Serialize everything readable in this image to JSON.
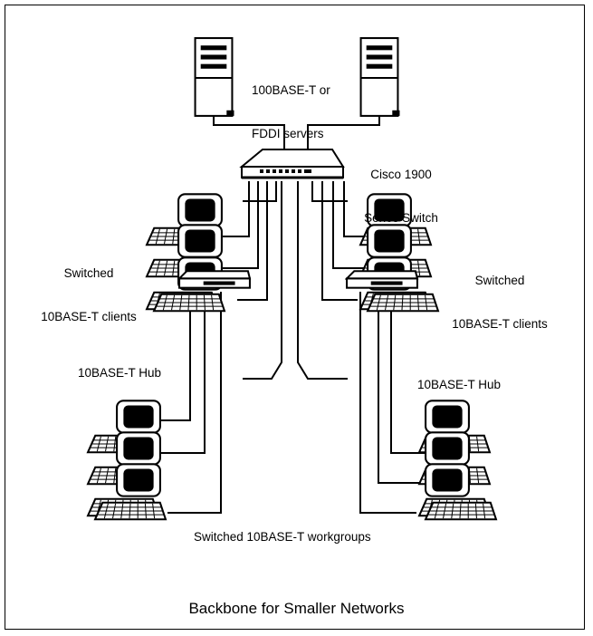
{
  "labels": {
    "servers_line1": "100BASE-T or",
    "servers_line2": "FDDI servers",
    "switch_line1": "Cisco 1900",
    "switch_line2": "Series Switch",
    "clients_left_line1": "Switched",
    "clients_left_line2": "10BASE-T clients",
    "clients_right_line1": "Switched",
    "clients_right_line2": "10BASE-T clients",
    "hub_left": "10BASE-T Hub",
    "hub_right": "10BASE-T Hub",
    "workgroups": "Switched 10BASE-T workgroups",
    "caption": "Backbone for Smaller Networks"
  },
  "colors": {
    "ink": "#000000",
    "fill": "#ffffff"
  }
}
